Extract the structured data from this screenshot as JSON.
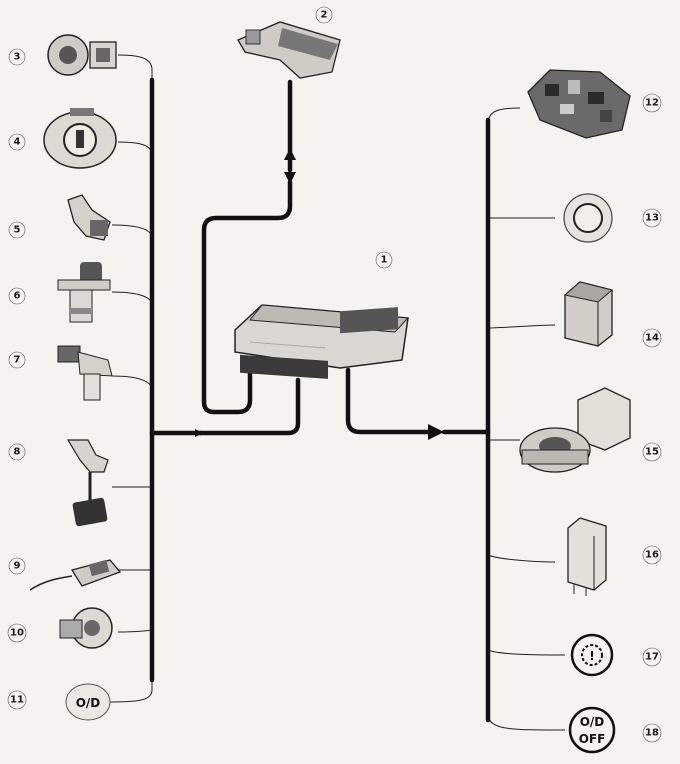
{
  "components": [
    {
      "number": "1",
      "icon": "ecu-icon"
    },
    {
      "number": "2",
      "icon": "diagnostic-connector-icon"
    },
    {
      "number": "3",
      "icon": "sensor-icon"
    },
    {
      "number": "4",
      "icon": "sensor-icon"
    },
    {
      "number": "5",
      "icon": "sensor-icon"
    },
    {
      "number": "6",
      "icon": "sensor-icon"
    },
    {
      "number": "7",
      "icon": "sensor-icon"
    },
    {
      "number": "8",
      "icon": "pedal-switch-icon"
    },
    {
      "number": "9",
      "icon": "sensor-icon"
    },
    {
      "number": "10",
      "icon": "switch-icon"
    },
    {
      "number": "11",
      "icon": "od-switch-icon"
    },
    {
      "number": "12",
      "icon": "valve-body-icon"
    },
    {
      "number": "13",
      "icon": "solenoid-icon"
    },
    {
      "number": "14",
      "icon": "relay-icon"
    },
    {
      "number": "15",
      "icon": "actuator-icon"
    },
    {
      "number": "16",
      "icon": "relay-icon"
    },
    {
      "number": "17",
      "icon": "warning-lamp-icon"
    },
    {
      "number": "18",
      "icon": "od-off-lamp-icon"
    }
  ],
  "symbols": {
    "od_switch": "O/D",
    "od_off_line1": "O/D",
    "od_off_line2": "OFF",
    "warning_glyph": "!"
  },
  "colors": {
    "background": "#f4f3f0",
    "line": "#111111"
  }
}
